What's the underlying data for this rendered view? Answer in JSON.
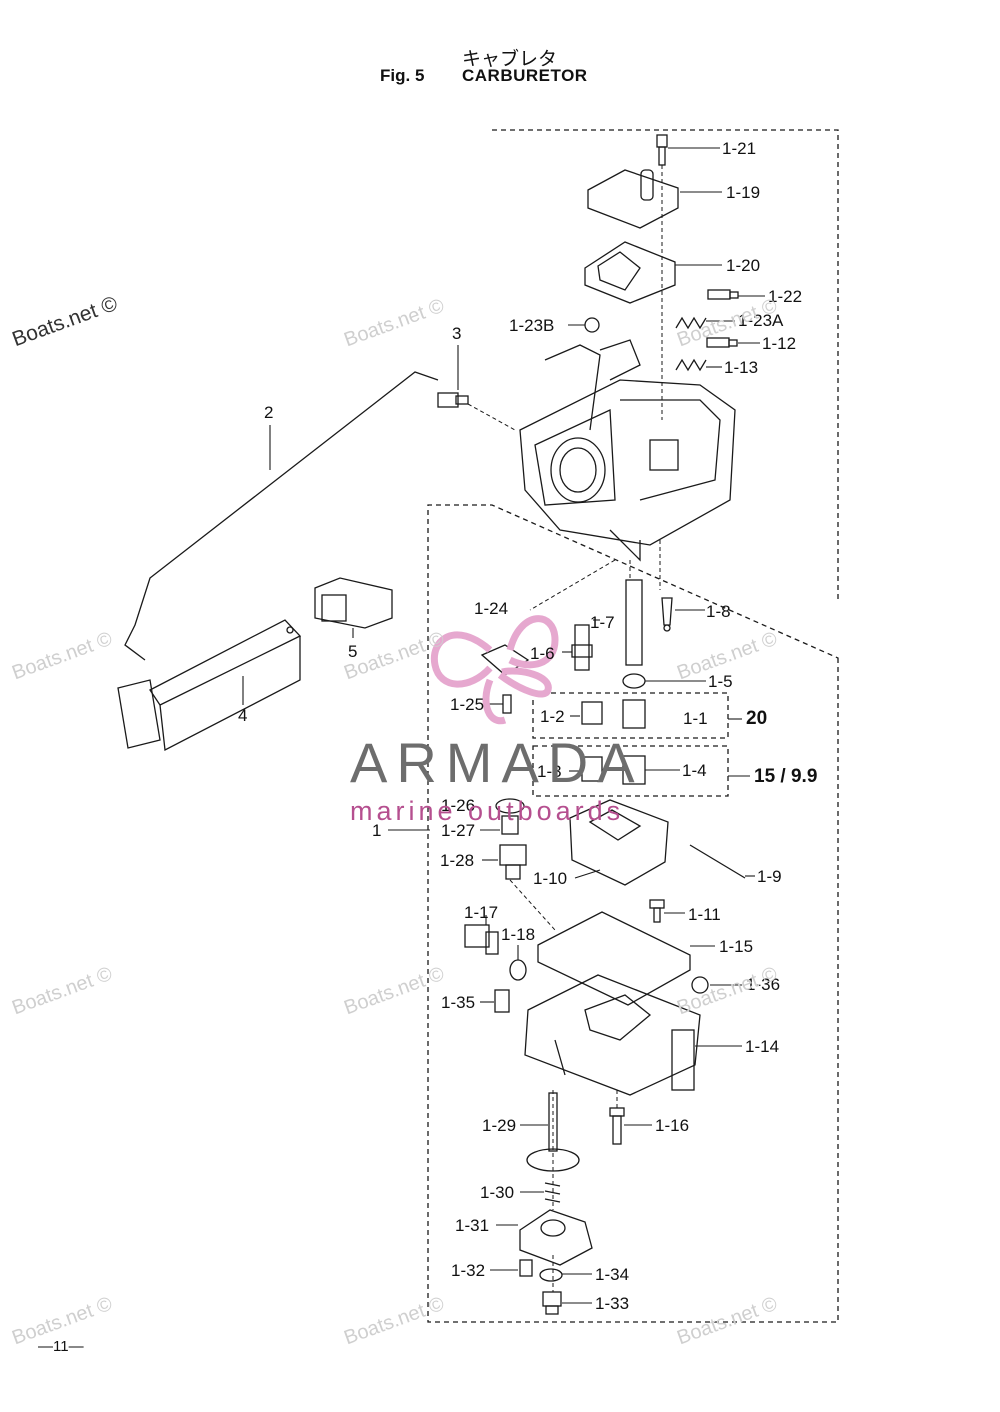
{
  "header": {
    "title_jp": "キャブレタ",
    "fig_label": "Fig. 5",
    "title": "CARBURETOR"
  },
  "parts": [
    {
      "id": "p1_21",
      "label": "1-21"
    },
    {
      "id": "p1_19",
      "label": "1-19"
    },
    {
      "id": "p1_20",
      "label": "1-20"
    },
    {
      "id": "p1_22",
      "label": "1-22"
    },
    {
      "id": "p1_23A",
      "label": "1-23A"
    },
    {
      "id": "p1_23B",
      "label": "1-23B"
    },
    {
      "id": "p1_12",
      "label": "1-12"
    },
    {
      "id": "p1_13",
      "label": "1-13"
    },
    {
      "id": "p3",
      "label": "3"
    },
    {
      "id": "p2",
      "label": "2"
    },
    {
      "id": "p5",
      "label": "5"
    },
    {
      "id": "p4",
      "label": "4"
    },
    {
      "id": "p1_24",
      "label": "1-24"
    },
    {
      "id": "p1_7",
      "label": "1-7"
    },
    {
      "id": "p1_8",
      "label": "1-8"
    },
    {
      "id": "p1_6",
      "label": "1-6"
    },
    {
      "id": "p1_5",
      "label": "1-5"
    },
    {
      "id": "p1_25",
      "label": "1-25"
    },
    {
      "id": "p1_2",
      "label": "1-2"
    },
    {
      "id": "p1_1",
      "label": "1-1"
    },
    {
      "id": "p1_3",
      "label": "1-3"
    },
    {
      "id": "p1_4",
      "label": "1-4"
    },
    {
      "id": "p1_26",
      "label": "1-26"
    },
    {
      "id": "p1",
      "label": "1"
    },
    {
      "id": "p1_27",
      "label": "1-27"
    },
    {
      "id": "p1_28",
      "label": "1-28"
    },
    {
      "id": "p1_10",
      "label": "1-10"
    },
    {
      "id": "p1_9",
      "label": "1-9"
    },
    {
      "id": "p1_11",
      "label": "1-11"
    },
    {
      "id": "p1_17",
      "label": "1-17"
    },
    {
      "id": "p1_18",
      "label": "1-18"
    },
    {
      "id": "p1_15",
      "label": "1-15"
    },
    {
      "id": "p1_35",
      "label": "1-35"
    },
    {
      "id": "p1_36",
      "label": "1-36"
    },
    {
      "id": "p1_14",
      "label": "1-14"
    },
    {
      "id": "p1_29",
      "label": "1-29"
    },
    {
      "id": "p1_16",
      "label": "1-16"
    },
    {
      "id": "p1_30",
      "label": "1-30"
    },
    {
      "id": "p1_31",
      "label": "1-31"
    },
    {
      "id": "p1_32",
      "label": "1-32"
    },
    {
      "id": "p1_34",
      "label": "1-34"
    },
    {
      "id": "p1_33",
      "label": "1-33"
    }
  ],
  "model_labels": {
    "hp20": "20",
    "hp15": "15 / 9.9"
  },
  "watermarks": {
    "boats": "Boats.net ©",
    "brand": "ARMADA",
    "brand_sub": "marine outboards"
  },
  "footer": {
    "page": "—11—"
  },
  "colors": {
    "line": "#1a1a1a",
    "brand_gray": "#6d6d6d",
    "brand_pink": "#b54f8f",
    "watermark": "#cfcfcf"
  }
}
